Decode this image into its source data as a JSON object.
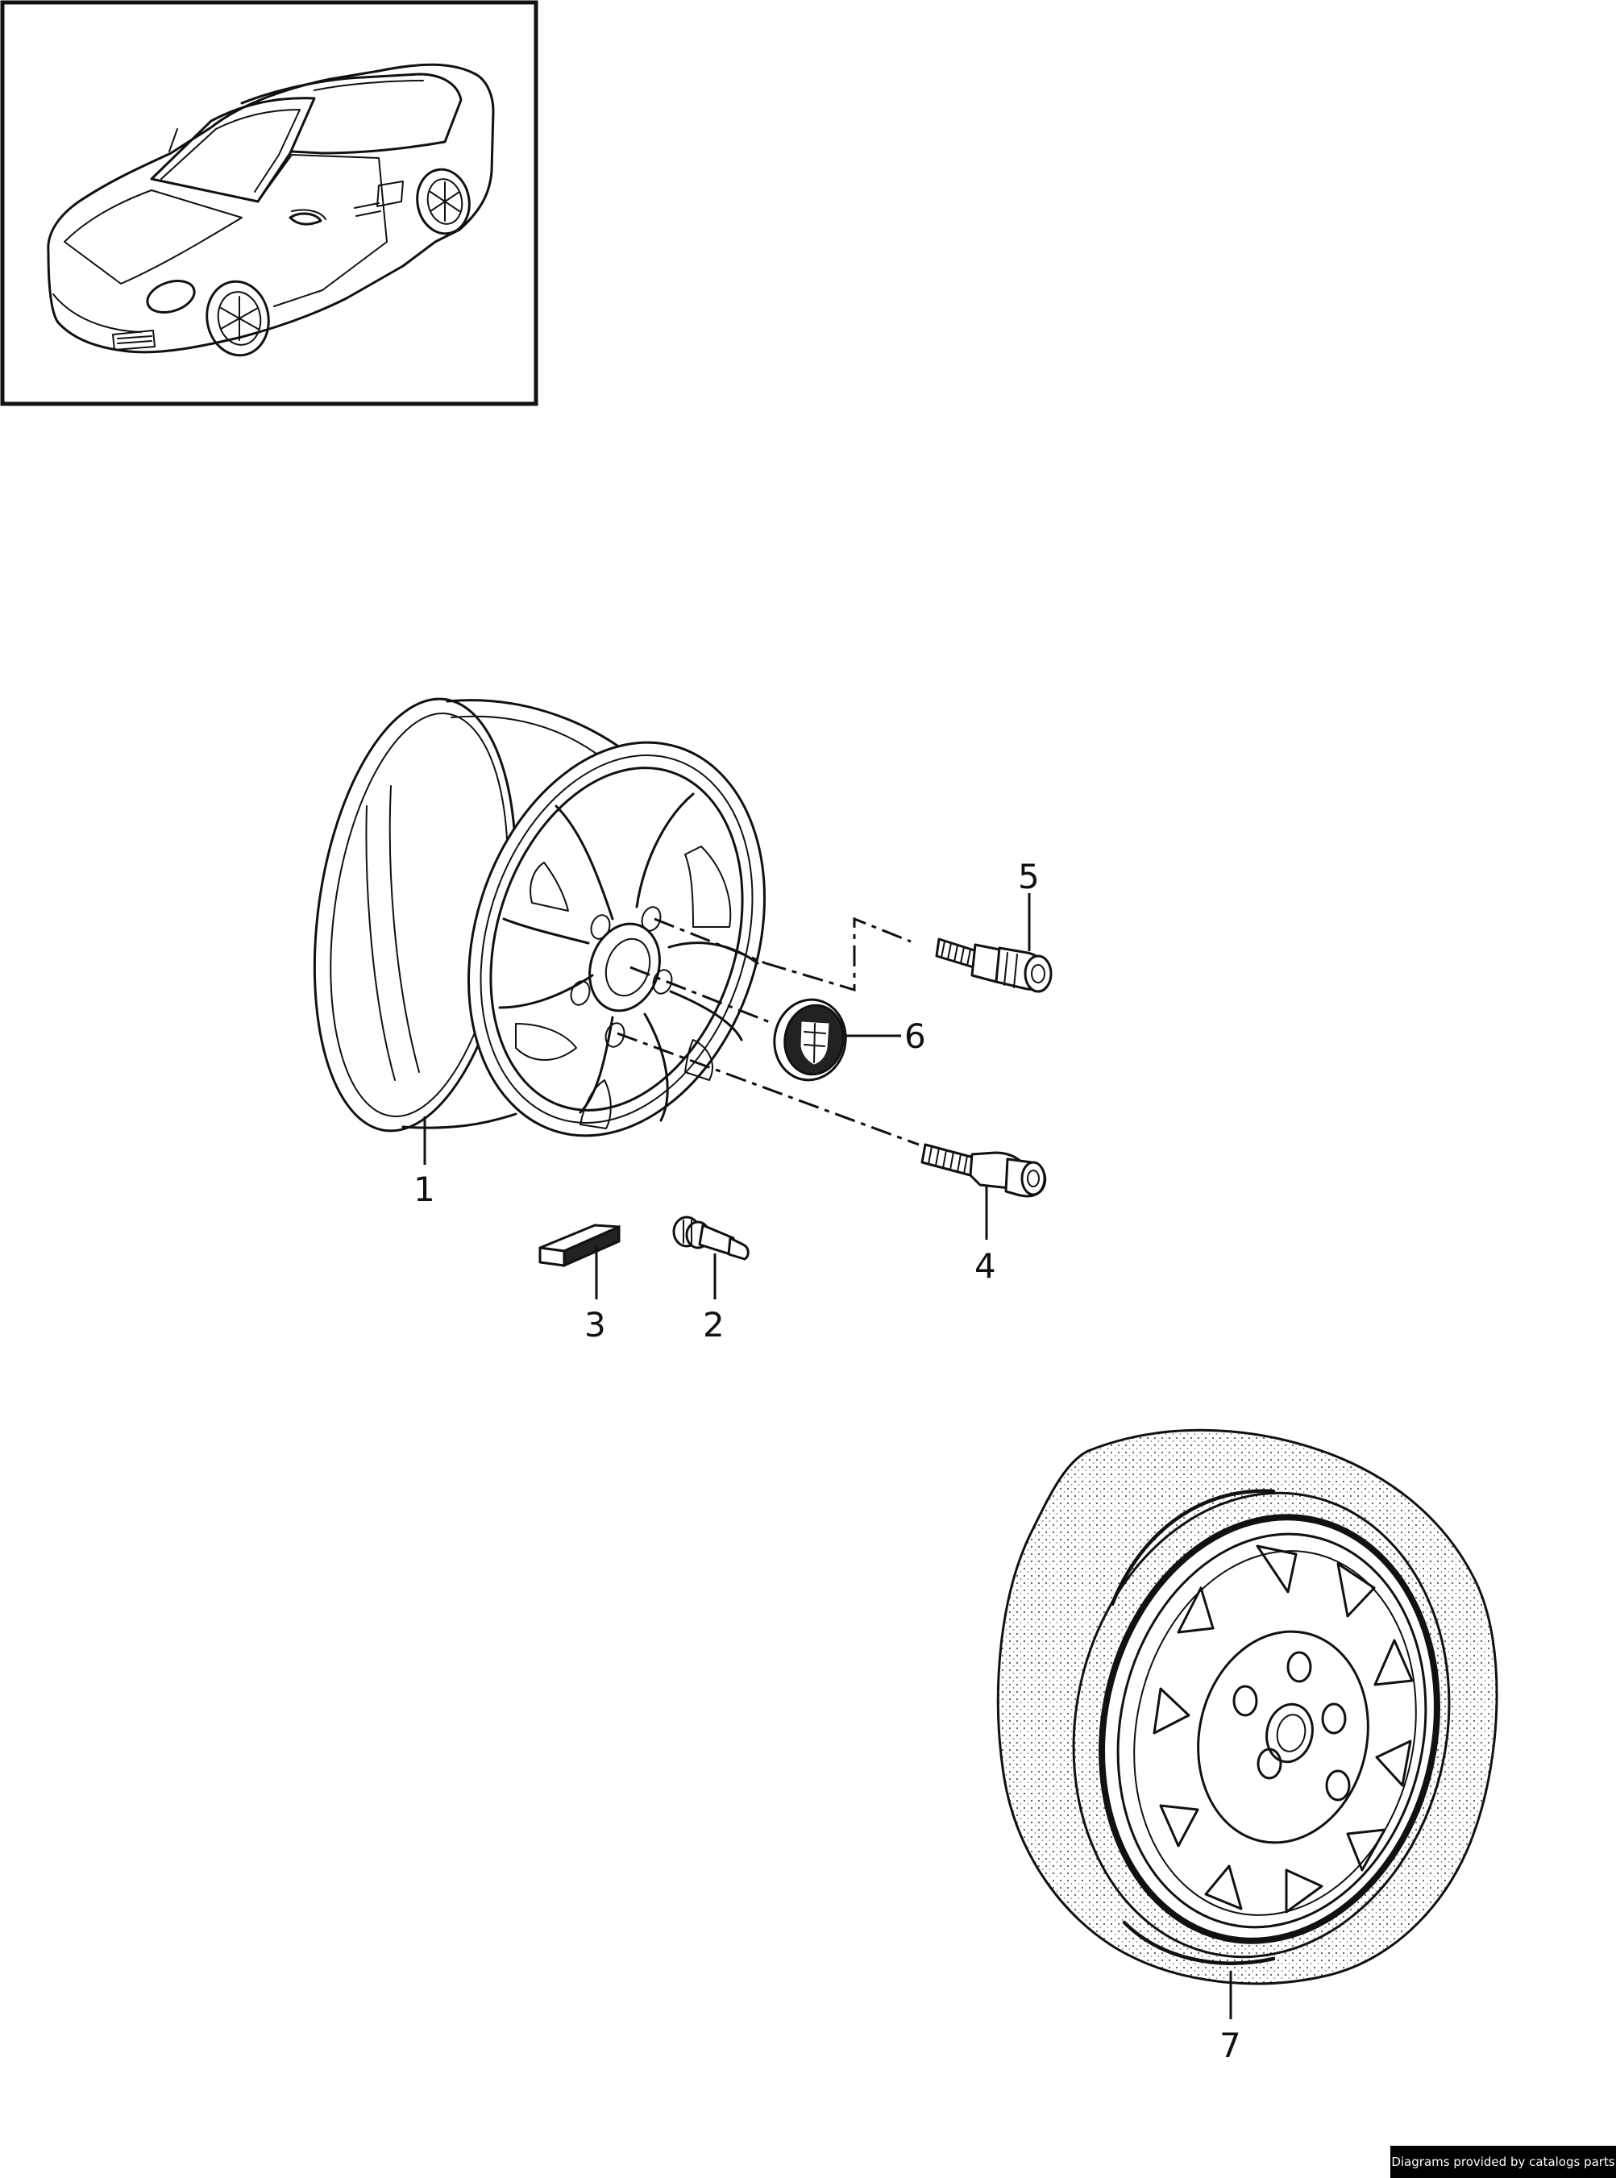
{
  "vehicle_thumbnail": {
    "icon": "car-thumbnail-icon"
  },
  "parts": [
    {
      "callout": "1",
      "icon": "alloy-wheel-icon"
    },
    {
      "callout": "2",
      "icon": "tire-valve-icon"
    },
    {
      "callout": "3",
      "icon": "balance-weight-icon"
    },
    {
      "callout": "4",
      "icon": "wheel-bolt-icon"
    },
    {
      "callout": "5",
      "icon": "locking-wheel-bolt-icon"
    },
    {
      "callout": "6",
      "icon": "center-cap-icon"
    },
    {
      "callout": "7",
      "icon": "spare-wheel-icon"
    }
  ],
  "footer": {
    "credit": "Diagrams provided by catalogs parts"
  },
  "colors": {
    "line": "#111111",
    "background": "#ffffff",
    "credit_bar": "#000000",
    "credit_text": "#ffffff"
  }
}
